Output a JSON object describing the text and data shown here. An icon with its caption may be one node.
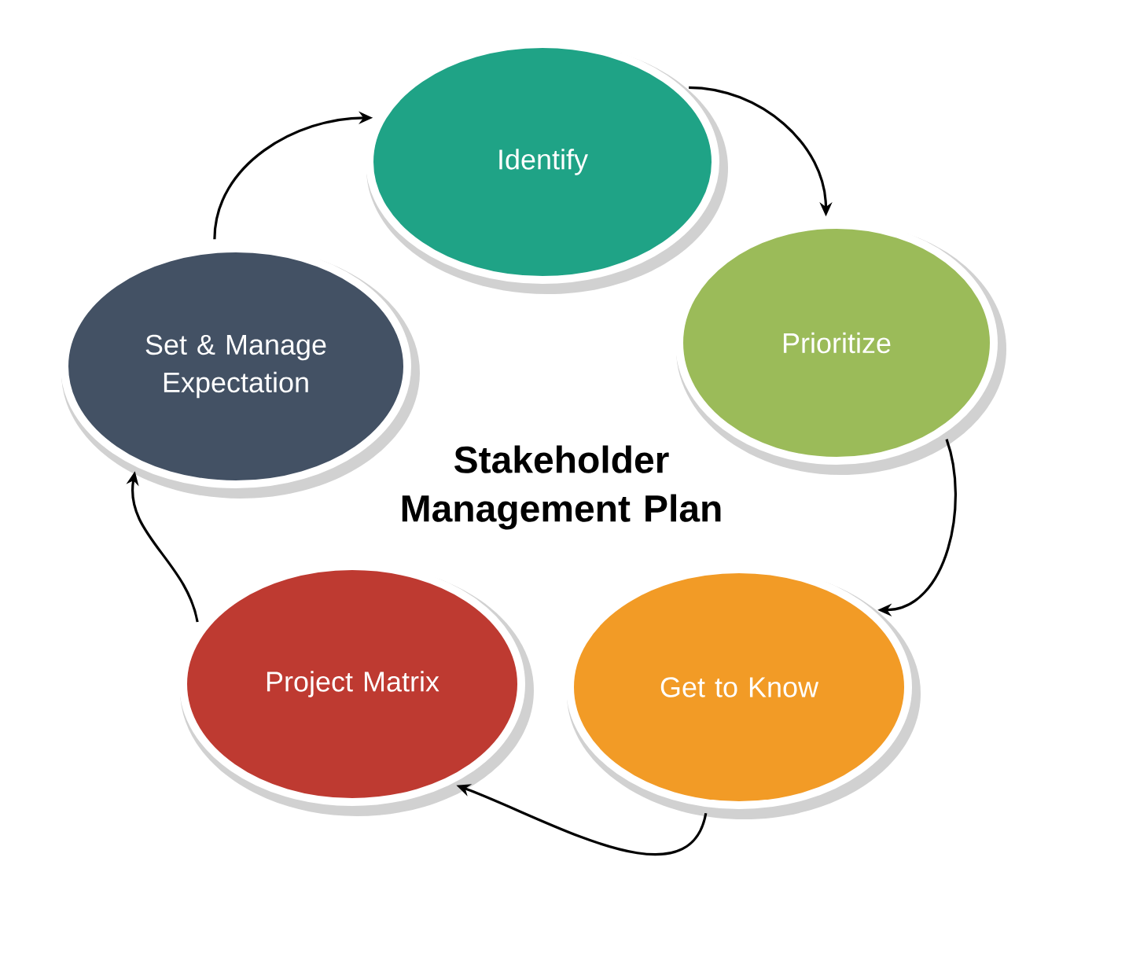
{
  "diagram": {
    "title": "Stakeholder Management Plan",
    "nodes": [
      {
        "text": [
          "Identify"
        ]
      },
      {
        "text": [
          "Prioritize"
        ]
      },
      {
        "text": [
          "Get to Know"
        ]
      },
      {
        "text": [
          "Project Matrix"
        ]
      },
      {
        "text": [
          "Set & Manage Expectation"
        ]
      }
    ],
    "edges": [
      {
        "from": 0,
        "to": 1,
        "arrow": "to"
      },
      {
        "from": 1,
        "to": 2,
        "arrow": "to"
      },
      {
        "from": 2,
        "to": 3,
        "arrow": "to"
      },
      {
        "from": 3,
        "to": 4,
        "arrow": "to"
      },
      {
        "from": 4,
        "to": 0,
        "arrow": "to"
      }
    ]
  }
}
